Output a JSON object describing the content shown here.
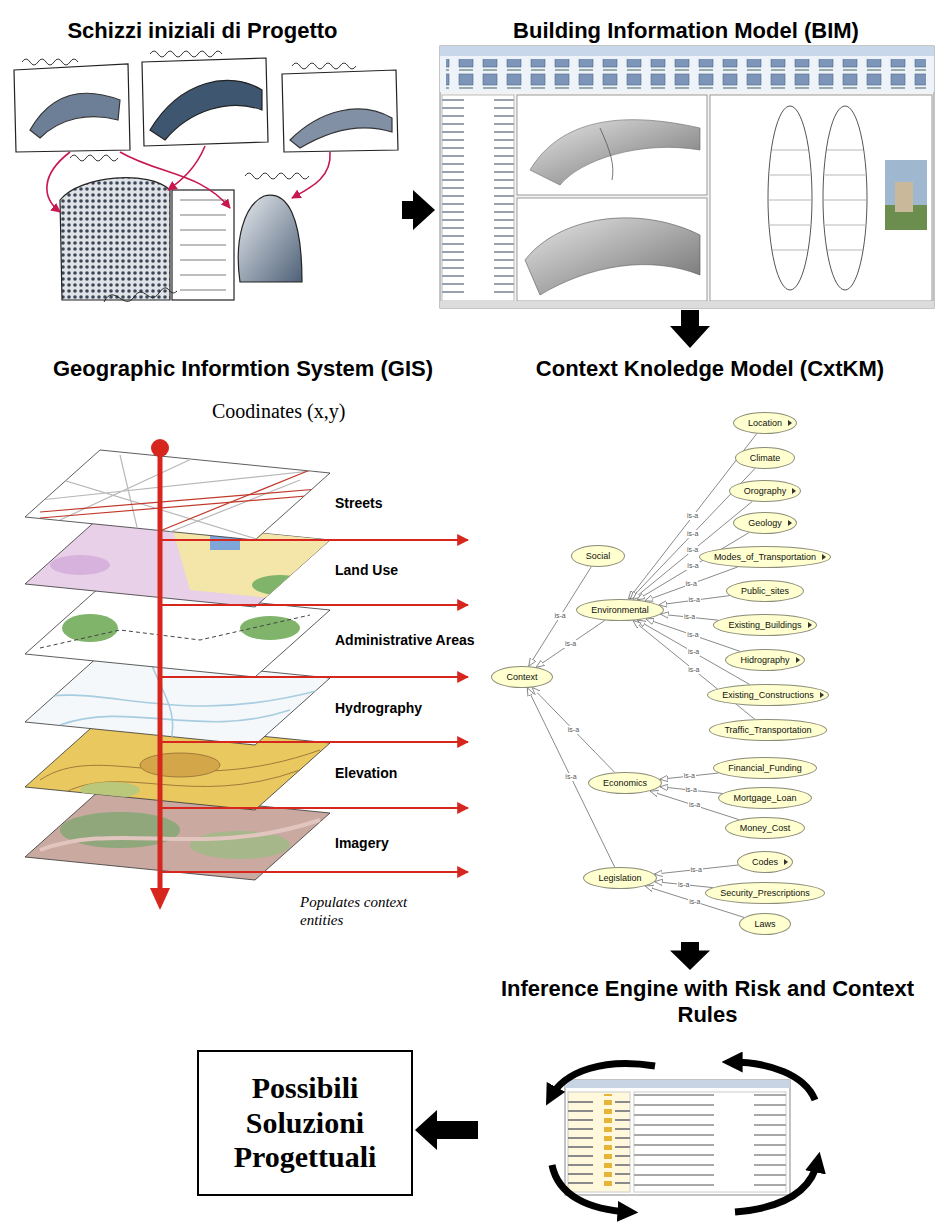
{
  "diagram": {
    "nodes": [
      {
        "text": [
          "Schizzi iniziali di Progetto"
        ]
      },
      {
        "text": [
          "Building Information Model (BIM)"
        ]
      },
      {
        "text": [
          "Geographic Informtion System (GIS)"
        ]
      },
      {
        "text": [
          "Context Knoledge Model (CxtKM)"
        ]
      },
      {
        "text": [
          "Context"
        ],
        "in": 3
      },
      {
        "text": [
          "Social"
        ],
        "in": 3
      },
      {
        "text": [
          "Environmental"
        ],
        "in": 3
      },
      {
        "text": [
          "Location"
        ],
        "in": 3
      },
      {
        "text": [
          "Climate"
        ],
        "in": 3
      },
      {
        "text": [
          "Orography"
        ],
        "in": 3
      },
      {
        "text": [
          "Geology"
        ],
        "in": 3
      },
      {
        "text": [
          "Modes_of_Transportation"
        ],
        "in": 3
      },
      {
        "text": [
          "Public_sites"
        ],
        "in": 3
      },
      {
        "text": [
          "Existing_Buildings"
        ],
        "in": 3
      },
      {
        "text": [
          "Hidrography"
        ],
        "in": 3
      },
      {
        "text": [
          "Existing_Constructions"
        ],
        "in": 3
      },
      {
        "text": [
          "Traffic_Transportation"
        ],
        "in": 3
      },
      {
        "text": [
          "Economics"
        ],
        "in": 3
      },
      {
        "text": [
          "Financial_Funding"
        ],
        "in": 3
      },
      {
        "text": [
          "Mortgage_Loan"
        ],
        "in": 3
      },
      {
        "text": [
          "Money_Cost"
        ],
        "in": 3
      },
      {
        "text": [
          "Legislation"
        ],
        "in": 3
      },
      {
        "text": [
          "Codes"
        ],
        "in": 3
      },
      {
        "text": [
          "Security_Prescriptions"
        ],
        "in": 3
      },
      {
        "text": [
          "Laws"
        ],
        "in": 3
      },
      {
        "text": [
          "Inference Engine with Risk and Context Rules"
        ]
      },
      {
        "text": [
          "Possibili Soluzioni Progettuali"
        ]
      }
    ],
    "edges": [
      {
        "from": 0,
        "to": 1,
        "arrow": "to"
      },
      {
        "from": 1,
        "to": 3,
        "arrow": "to"
      },
      {
        "from": 3,
        "to": 25,
        "arrow": "to"
      },
      {
        "from": 25,
        "to": 26,
        "arrow": "to"
      },
      {
        "from": 5,
        "to": 4,
        "label": "is-a",
        "arrow": "to"
      },
      {
        "from": 6,
        "to": 4,
        "label": "is-a",
        "arrow": "to"
      },
      {
        "from": 17,
        "to": 4,
        "label": "is-a",
        "arrow": "to"
      },
      {
        "from": 21,
        "to": 4,
        "label": "is-a",
        "arrow": "to"
      },
      {
        "from": 7,
        "to": 6,
        "label": "is-a",
        "arrow": "to"
      },
      {
        "from": 8,
        "to": 6,
        "label": "is-a",
        "arrow": "to"
      },
      {
        "from": 9,
        "to": 6,
        "label": "is-a",
        "arrow": "to"
      },
      {
        "from": 10,
        "to": 6,
        "label": "is-a",
        "arrow": "to"
      },
      {
        "from": 11,
        "to": 6,
        "label": "is-a",
        "arrow": "to"
      },
      {
        "from": 12,
        "to": 6,
        "label": "is-a",
        "arrow": "to"
      },
      {
        "from": 13,
        "to": 6,
        "label": "is-a",
        "arrow": "to"
      },
      {
        "from": 14,
        "to": 6,
        "label": "is-a",
        "arrow": "to"
      },
      {
        "from": 15,
        "to": 6,
        "label": "is-a",
        "arrow": "to"
      },
      {
        "from": 16,
        "to": 6,
        "label": "is-a",
        "arrow": "to"
      },
      {
        "from": 18,
        "to": 17,
        "label": "is-a",
        "arrow": "to"
      },
      {
        "from": 19,
        "to": 17,
        "label": "is-a",
        "arrow": "to"
      },
      {
        "from": 20,
        "to": 17,
        "label": "is-a",
        "arrow": "to"
      },
      {
        "from": 22,
        "to": 21,
        "label": "is-a",
        "arrow": "to"
      },
      {
        "from": 23,
        "to": 21,
        "label": "is-a",
        "arrow": "to"
      },
      {
        "from": 24,
        "to": 21,
        "label": "is-a",
        "arrow": "to"
      }
    ],
    "labels": [
      "Coodinates (x,y)",
      "Streets",
      "Land Use",
      "Administrative Areas",
      "Hydrography",
      "Elevation",
      "Imagery",
      "Populates context entities"
    ]
  }
}
